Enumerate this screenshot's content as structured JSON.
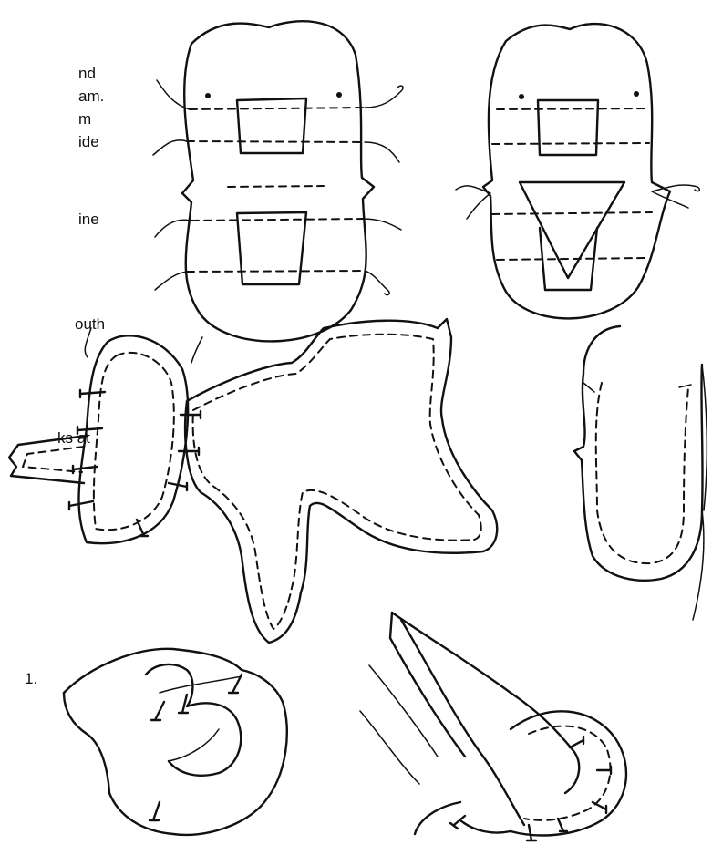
{
  "text_fragments": [
    {
      "id": "f1",
      "text": "nd"
    },
    {
      "id": "f2",
      "text": "am."
    },
    {
      "id": "f3",
      "text": "m"
    },
    {
      "id": "f4",
      "text": "ide"
    },
    {
      "id": "f5",
      "text": "ine"
    },
    {
      "id": "f6",
      "text": "outh"
    },
    {
      "id": "f7",
      "text": "ks at"
    },
    {
      "id": "f8",
      "text": "1."
    }
  ],
  "illustrations": [
    "head-pattern-mouth-open-figure",
    "head-pattern-mouth-closed-figure",
    "pinned-head-and-body-figure",
    "sewn-head-profile-figure",
    "hand-pinning-figure",
    "pinned-gusset-figure"
  ]
}
